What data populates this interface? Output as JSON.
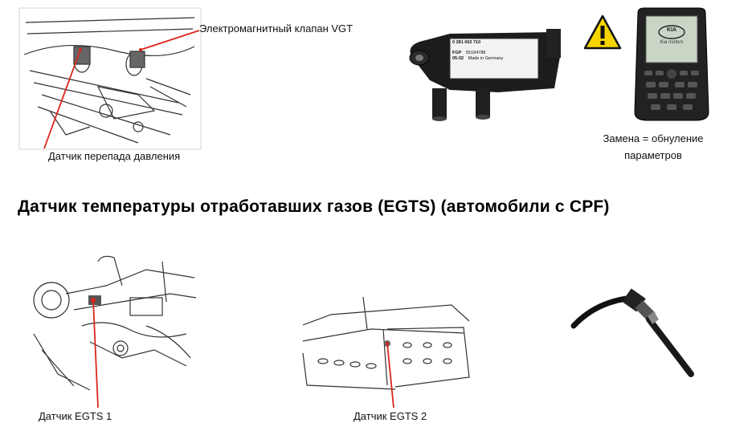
{
  "heading": "Датчик температуры отработавших газов (EGTS) (автомобили с CPF)",
  "labels": {
    "vgt_valve": "Электромагнитный клапан VGT",
    "pressure_sensor": "Датчик перепада давления",
    "replace_note_line1": "Замена = обнуление",
    "replace_note_line2": "параметров",
    "egts1": "Датчик EGTS 1",
    "egts2": "Датчик EGTS 2"
  },
  "sensor_label": {
    "part_no": "0 281 002 710",
    "fgp": "FGP",
    "code": "55184788",
    "line": "05-02",
    "made_in": "Made in Germany"
  },
  "tester": {
    "brand": "KIA",
    "screen_text": "Kia motors"
  },
  "colors": {
    "leader_red": "#d9261c",
    "warning_yellow": "#f5d400"
  }
}
